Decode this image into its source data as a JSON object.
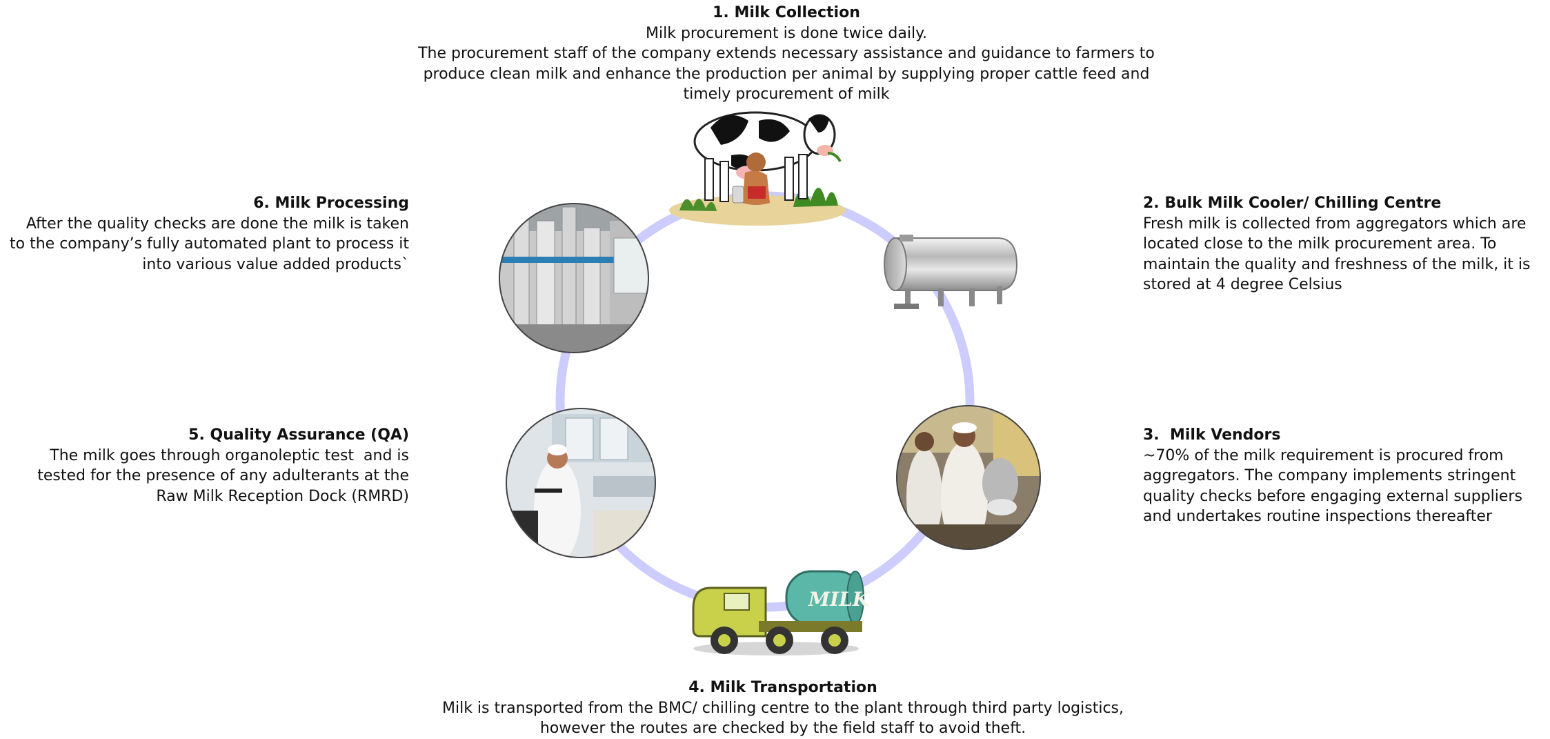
{
  "diagram": {
    "accent_ring_color": "#ccccff",
    "steps": [
      {
        "id": "step1",
        "title": "1. Milk Collection",
        "body": "Milk procurement is done twice daily.\nThe procurement staff of the company extends necessary assistance and guidance to farmers to produce clean milk and enhance the production per animal by supplying proper cattle feed and timely procurement of milk",
        "image": "cow-milking-illustration"
      },
      {
        "id": "step2",
        "title": "2. Bulk Milk Cooler/ Chilling Centre",
        "body": "Fresh milk is collected from aggregators which are located close to the milk procurement area. To maintain the quality and freshness of the milk, it is stored at 4 degree Celsius",
        "image": "steel-milk-tank"
      },
      {
        "id": "step3",
        "title": "3.  Milk Vendors",
        "body": "~70% of the milk requirement is procured from aggregators. The company implements stringent quality checks before engaging external suppliers and undertakes routine inspections thereafter",
        "image": "milk-vendors-photo"
      },
      {
        "id": "step4",
        "title": "4. Milk Transportation",
        "body": "Milk is transported from the BMC/ chilling centre to the plant through third party logistics, however the routes are checked by the field staff to avoid theft.",
        "image": "milk-tanker-truck"
      },
      {
        "id": "step5",
        "title": "5. Quality Assurance (QA)",
        "body": "The milk goes through organoleptic test  and is tested for the presence of any adulterants at the Raw Milk Reception Dock (RMRD)",
        "image": "lab-technician-photo"
      },
      {
        "id": "step6",
        "title": "6. Milk Processing",
        "body": "After the quality checks are done the milk is taken to the company’s fully automated plant to process it into various value added products`",
        "image": "processing-plant-photo"
      }
    ]
  }
}
